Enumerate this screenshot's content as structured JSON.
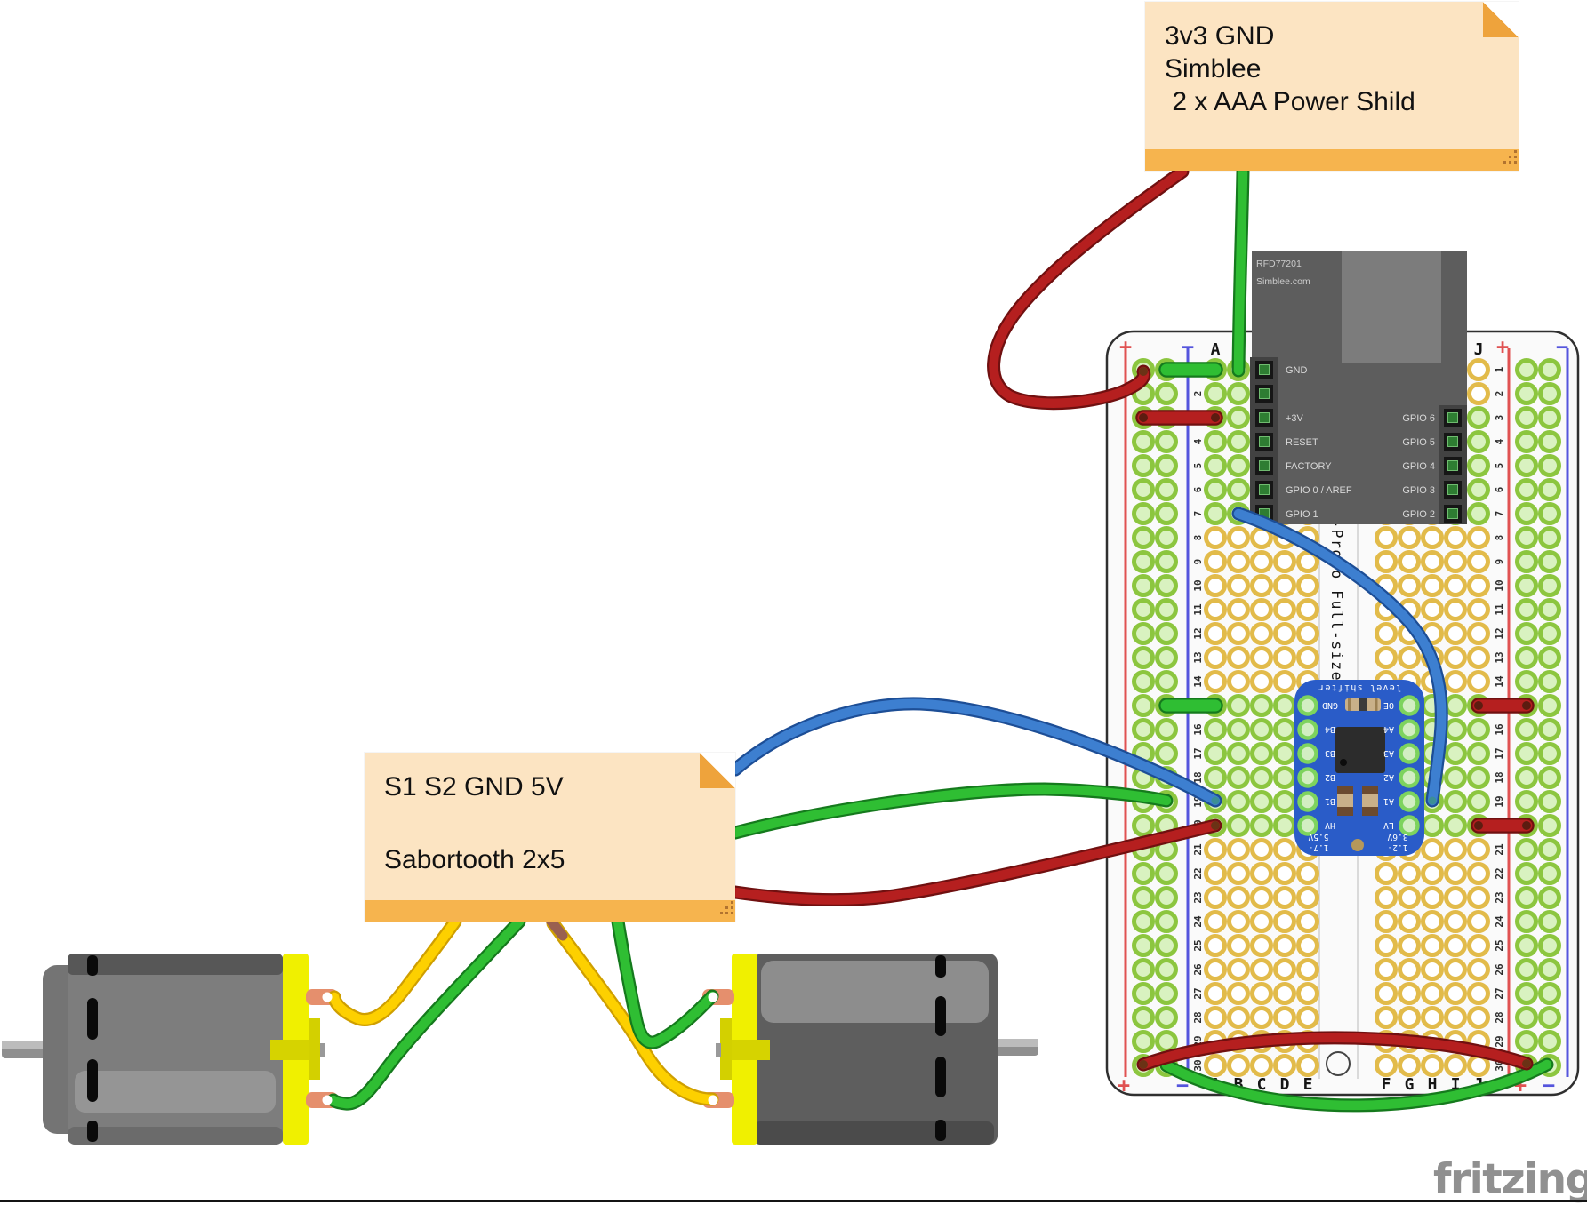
{
  "colors": {
    "background": "#ffffff",
    "bottom_line": "#141414",
    "note_bg": "#fce4c2",
    "note_strip": "#f6b44e",
    "note_fold": "#eea33c",
    "note_text": "#111111",
    "board_bg": "#fafafa",
    "board_border": "#2f2f2f",
    "hole_ring_yellow": "#e2bb4a",
    "hole_ring_green": "#8cc63f",
    "hole_fill_green": "#d9f2c0",
    "hole_fill_white": "#ffffff",
    "rail_red": "#e05252",
    "rail_blue": "#5555dd",
    "module_bg": "#5d5d5d",
    "module_panel": "#7c7c7c",
    "module_strip": "#424242",
    "module_text": "#cccccc",
    "shifter_bg": "#2a5cc8",
    "shifter_text": "#ffffff",
    "shifter_pad_ring": "#7dd35e",
    "shifter_pad_fill": "#d2eec2",
    "component_tan": "#c9b089",
    "component_brown": "#6b4a2f",
    "wire_green": "#2fbe33",
    "wire_green_dark": "#157a1d",
    "wire_red": "#b51f1f",
    "wire_red_dark": "#701010",
    "wire_blue": "#3d7fd0",
    "wire_blue_dark": "#1d4e96",
    "wire_yellow": "#fdd000",
    "wire_yellow_dark": "#cf9f00",
    "motor_body_left": "#7d7d7d",
    "motor_band_dark": "#575757",
    "motor_band_light": "#959595",
    "motor_body_right": "#5e5e5e",
    "motor_band_light2": "#8d8d8d",
    "motor_slot": "#0a0a0a",
    "motor_yellow": "#f0f000",
    "motor_yellow_dark": "#d6d300",
    "terminal": "#e58f6d",
    "logo": "#909090"
  },
  "notes": {
    "power": {
      "lines": [
        "3v3 GND",
        "Simblee",
        " 2 x AAA Power Shild"
      ]
    },
    "driver": {
      "lines": [
        "S1 S2 GND 5V",
        "",
        "Sabortooth 2x5"
      ]
    }
  },
  "simblee": {
    "part_number": "RFD77201",
    "website": "Simblee.com",
    "left_pins": [
      "GND",
      "",
      "+3V",
      "RESET",
      "FACTORY",
      "GPIO 0 / AREF",
      "GPIO 1"
    ],
    "right_pins": [
      "GPIO 6",
      "GPIO 5",
      "GPIO 4",
      "GPIO 3",
      "GPIO 2"
    ]
  },
  "shifter": {
    "title": "level shifter",
    "left_pins": [
      "GND",
      "B4",
      "B3",
      "B2",
      "B1",
      "HV"
    ],
    "right_pins": [
      "OE",
      "A4",
      "A3",
      "A2",
      "A1",
      "LV"
    ],
    "left_range": [
      "1.7-",
      "5.5V"
    ],
    "right_range": [
      "1.2-",
      "3.6V"
    ]
  },
  "breadboard": {
    "rows": 30,
    "column_letters": [
      "A",
      "B",
      "C",
      "D",
      "E",
      "F",
      "G",
      "H",
      "I",
      "J"
    ],
    "plus": "+",
    "minus": "−",
    "channel_text": "Adafruit Perma-Proto Full-sized Breadboard"
  },
  "logo": "fritzing"
}
